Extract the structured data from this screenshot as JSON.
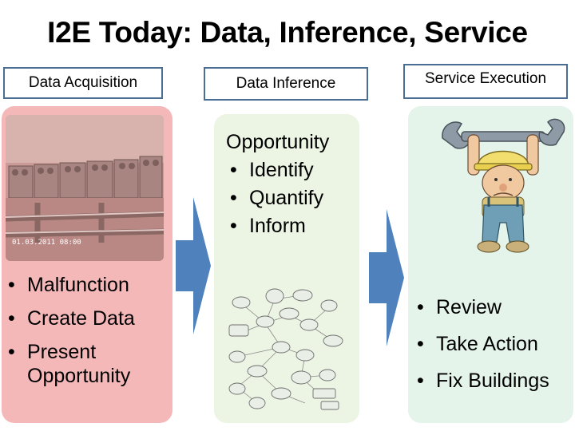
{
  "title": "I2E Today: Data, Inference, Service",
  "columns": [
    {
      "header": "Data Acquisition",
      "photo_caption": "01.03.2011 08:00",
      "bullets": [
        "Malfunction",
        "Create Data",
        "Present",
        "Opportunity"
      ]
    },
    {
      "header": "Data Inference",
      "heading": "Opportunity",
      "bullets": [
        "Identify",
        "Quantify",
        "Inform"
      ]
    },
    {
      "header": "Service Execution",
      "bullets": [
        "Review",
        "Take Action",
        "Fix Buildings"
      ]
    }
  ],
  "colors": {
    "header_border": "#4a6d94",
    "arrow": "#4f81bd",
    "col1_bg": "#f4b8b8",
    "col2_bg": "#ecf4e3",
    "col3_bg": "#e4f4ea"
  },
  "icons": [
    "chiller-equipment-photo",
    "concept-map-image",
    "worker-with-wrench-image",
    "right-arrow-icon"
  ]
}
